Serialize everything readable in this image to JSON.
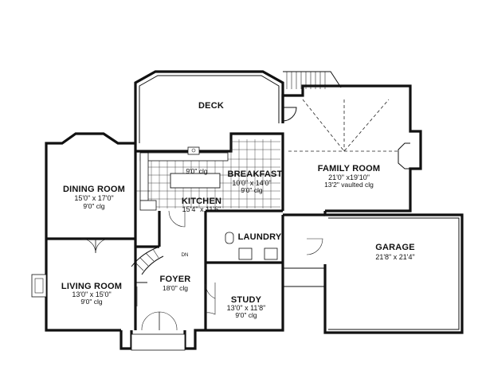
{
  "plan": {
    "rooms": {
      "deck": {
        "name": "DECK"
      },
      "dining": {
        "name": "DINING ROOM",
        "dims": "15'0\" x 17'0\"",
        "clg": "9'0\" clg"
      },
      "breakfast": {
        "name": "BREAKFAST",
        "dims": "10'0\" x 14'0\"",
        "clg": "9'0\" clg"
      },
      "kitchen": {
        "name": "KITCHEN",
        "dims": "15'4\" x 11'6\"",
        "clg": "9'0\" clg"
      },
      "family": {
        "name": "FAMILY ROOM",
        "dims": "21'0\" x19'10\"",
        "clg": "13'2\" vaulted clg"
      },
      "laundry": {
        "name": "LAUNDRY"
      },
      "garage": {
        "name": "GARAGE",
        "dims": "21'8\" x 21'4\""
      },
      "living": {
        "name": "LIVING ROOM",
        "dims": "13'0\" x 15'0\"",
        "clg": "9'0\" clg"
      },
      "foyer": {
        "name": "FOYER",
        "clg": "18'0\" clg"
      },
      "study": {
        "name": "STUDY",
        "dims": "13'0\" x 11'8\"",
        "clg": "9'0\" clg"
      }
    },
    "stair_label": "DN"
  }
}
